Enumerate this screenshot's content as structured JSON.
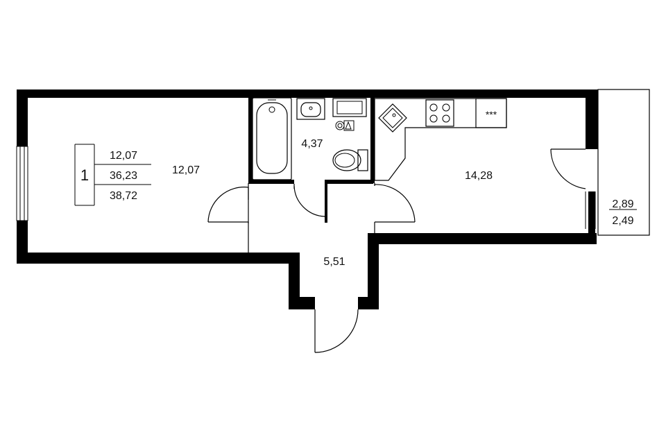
{
  "plan": {
    "summary": {
      "rooms_count": "1",
      "living_area": "12,07",
      "total_area_without_balcony": "36,23",
      "total_area": "38,72"
    },
    "rooms": {
      "living_room": "12,07",
      "bathroom": "4,37",
      "kitchen": "14,28",
      "hallway": "5,51",
      "balcony_area": "2,89",
      "balcony_area_reduced": "2,49"
    }
  }
}
